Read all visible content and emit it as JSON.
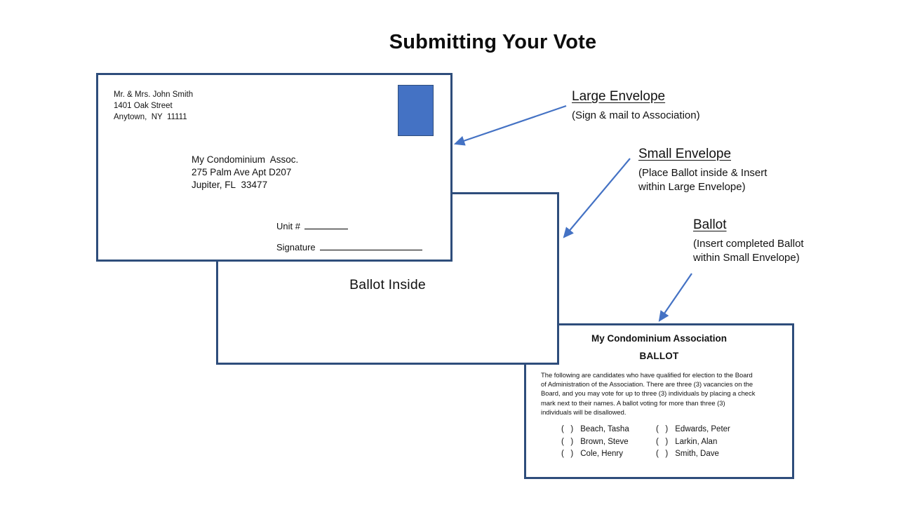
{
  "title": "Submitting Your Vote",
  "large_envelope": {
    "return_address": [
      "Mr. & Mrs. John Smith",
      "1401 Oak Street",
      "Anytown,  NY  11111"
    ],
    "recipient_address": [
      "My Condominium  Assoc.",
      "275 Palm Ave Apt D207",
      "Jupiter, FL  33477"
    ],
    "unit_label": "Unit #",
    "signature_label": "Signature"
  },
  "small_envelope": {
    "label": "Ballot Inside"
  },
  "ballot_card": {
    "org": "My Condominium Association",
    "heading": "BALLOT",
    "instructions_lines": [
      "The following are candidates who have qualified for election to the Board",
      "of Administration of the Association. There are three (3) vacancies on the",
      "Board, and you may vote for up to three (3) individuals by placing a check",
      "mark next to their names. A ballot voting for more than three (3)",
      "individuals will be disallowed."
    ],
    "checkbox": "(   )",
    "candidates_col1": [
      "Beach, Tasha",
      "Brown, Steve",
      "Cole, Henry"
    ],
    "candidates_col2": [
      "Edwards, Peter",
      "Larkin, Alan",
      "Smith, Dave"
    ]
  },
  "annotations": [
    {
      "heading": "Large Envelope",
      "lines": [
        "(Sign & mail to Association)"
      ]
    },
    {
      "heading": "Small Envelope",
      "lines": [
        "(Place Ballot inside & Insert",
        "within Large Envelope)"
      ]
    },
    {
      "heading": "Ballot",
      "lines": [
        "(Insert completed Ballot",
        "within Small Envelope)"
      ]
    }
  ],
  "colors": {
    "shape_border": "#2E4D7B",
    "arrow": "#4472C4",
    "stamp_fill": "#4472C4",
    "text": "#121212"
  }
}
